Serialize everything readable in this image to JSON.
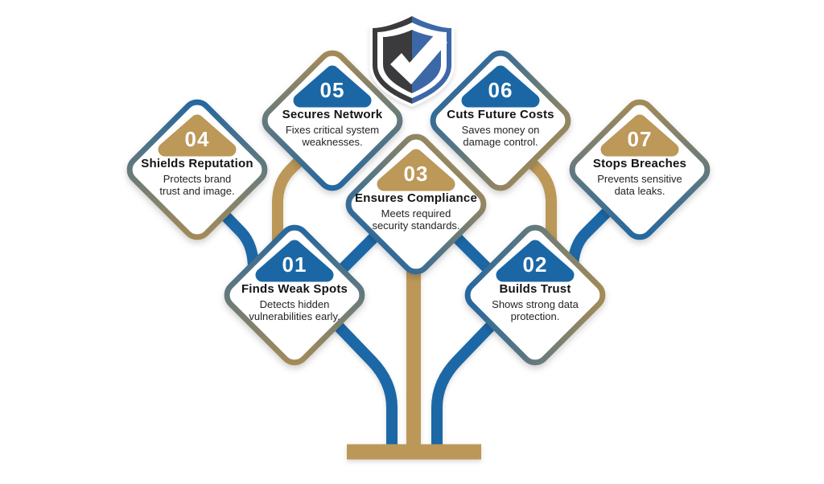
{
  "colors": {
    "blue": "#1b67a6",
    "gold": "#bc9859",
    "border_blue": "#2066a3",
    "border_gold": "#a98c55",
    "shield_dark": "#3a3a3c",
    "shield_blue": "#3d68a7",
    "white": "#ffffff"
  },
  "icon": "shield-checkmark-icon",
  "nodes": [
    {
      "number": "01",
      "title": "Finds Weak Spots",
      "desc": "Detects hidden\nvulnerabilities early.",
      "badge_color": "#1b67a6"
    },
    {
      "number": "02",
      "title": "Builds Trust",
      "desc": "Shows strong data\nprotection.",
      "badge_color": "#1b67a6"
    },
    {
      "number": "03",
      "title": "Ensures Compliance",
      "desc": "Meets required\nsecurity standards.",
      "badge_color": "#bc9859"
    },
    {
      "number": "04",
      "title": "Shields Reputation",
      "desc": "Protects brand\ntrust and image.",
      "badge_color": "#bc9859"
    },
    {
      "number": "05",
      "title": "Secures Network",
      "desc": "Fixes critical system\nweaknesses.",
      "badge_color": "#1b67a6"
    },
    {
      "number": "06",
      "title": "Cuts Future Costs",
      "desc": "Saves money on\ndamage control.",
      "badge_color": "#1b67a6"
    },
    {
      "number": "07",
      "title": "Stops Breaches",
      "desc": "Prevents sensitive\ndata leaks.",
      "badge_color": "#bc9859"
    }
  ]
}
